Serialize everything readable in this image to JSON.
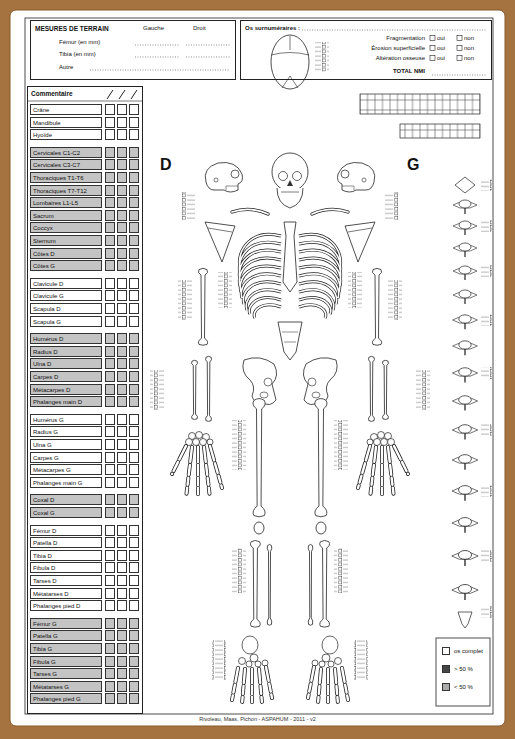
{
  "diagram": {
    "nodes": [
      {
        "text": [
          "MESURES DE TERRAIN",
          "Gauche",
          "Droit",
          "Fémur (en mm)",
          "Tibia (en mm)",
          "Autre"
        ]
      },
      {
        "text": [
          "Os surnuméraires :",
          "Fragmentation",
          "oui",
          "non",
          "Érosion superficielle",
          "oui",
          "non",
          "Altération osseuse",
          "oui",
          "non",
          "TOTAL NMI"
        ]
      },
      {
        "text": [
          "Commentaire"
        ]
      }
    ],
    "labels": [
      "D",
      "G",
      "Crâne",
      "Mandibule",
      "Hyoïde",
      "Cervicales C1-C2",
      "Cervicales C3-C7",
      "Thoraciques T1-T6",
      "Thoraciques T7-T12",
      "Lombaires L1-L5",
      "Sacrum",
      "Coccyx",
      "Sternum",
      "Côtes D",
      "Côtes G",
      "Clavicule D",
      "Clavicule G",
      "Scapula D",
      "Scapula G",
      "Humérus D",
      "Radius D",
      "Ulna D",
      "Carpes D",
      "Métacarpes D",
      "Phalanges main D",
      "Humérus G",
      "Radius G",
      "Ulna G",
      "Carpes G",
      "Métacarpes G",
      "Phalanges main G",
      "Coxal D",
      "Coxal G",
      "Fémur D",
      "Patella D",
      "Tibia D",
      "Fibula D",
      "Tarses D",
      "Métatarses D",
      "Phalanges pied D",
      "Fémur G",
      "Patella G",
      "Tibia G",
      "Fibula G",
      "Tarses G",
      "Métatarses G",
      "Phalanges pied G",
      "Rivoleau, Maas, Pichon - ASPAHUM - 2011 - v2"
    ],
    "legend": [
      {
        "text": "os complet",
        "color": "#ffffff"
      },
      {
        "text": "> 50 %",
        "color": "#444444"
      },
      {
        "text": "< 50 %",
        "color": "#aaaaaa"
      }
    ]
  }
}
